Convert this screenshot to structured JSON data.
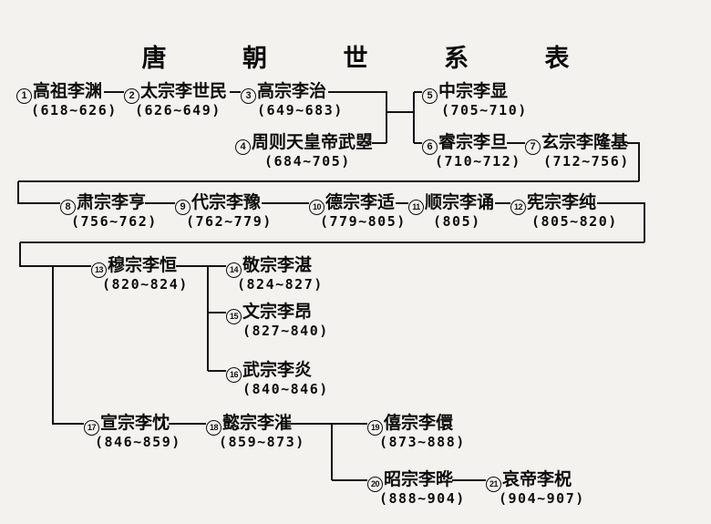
{
  "title": "唐 朝 世 系 表",
  "colors": {
    "ink": "#0c0c0c",
    "paper": "#f3f2ee"
  },
  "diagram": {
    "description": "Tang dynasty imperial succession chart",
    "persons": [
      {
        "num": "1",
        "name": "高祖李渊",
        "dates": "(618~626)"
      },
      {
        "num": "2",
        "name": "太宗李世民",
        "dates": "(626~649)"
      },
      {
        "num": "3",
        "name": "高宗李治",
        "dates": "(649~683)"
      },
      {
        "num": "4",
        "name": "周则天皇帝武曌",
        "dates": "(684~705)"
      },
      {
        "num": "5",
        "name": "中宗李显",
        "dates": "(705~710)"
      },
      {
        "num": "6",
        "name": "睿宗李旦",
        "dates": "(710~712)"
      },
      {
        "num": "7",
        "name": "玄宗李隆基",
        "dates": "(712~756)"
      },
      {
        "num": "8",
        "name": "肃宗李亨",
        "dates": "(756~762)"
      },
      {
        "num": "9",
        "name": "代宗李豫",
        "dates": "(762~779)"
      },
      {
        "num": "10",
        "name": "德宗李适",
        "dates": "(779~805)"
      },
      {
        "num": "11",
        "name": "顺宗李诵",
        "dates": "(805)"
      },
      {
        "num": "12",
        "name": "宪宗李纯",
        "dates": "(805~820)"
      },
      {
        "num": "13",
        "name": "穆宗李恒",
        "dates": "(820~824)"
      },
      {
        "num": "14",
        "name": "敬宗李湛",
        "dates": "(824~827)"
      },
      {
        "num": "15",
        "name": "文宗李昂",
        "dates": "(827~840)"
      },
      {
        "num": "16",
        "name": "武宗李炎",
        "dates": "(840~846)"
      },
      {
        "num": "17",
        "name": "宣宗李忱",
        "dates": "(846~859)"
      },
      {
        "num": "18",
        "name": "懿宗李漼",
        "dates": "(859~873)"
      },
      {
        "num": "19",
        "name": "僖宗李儇",
        "dates": "(873~888)"
      },
      {
        "num": "20",
        "name": "昭宗李晔",
        "dates": "(888~904)"
      },
      {
        "num": "21",
        "name": "哀帝李柷",
        "dates": "(904~907)"
      }
    ]
  }
}
